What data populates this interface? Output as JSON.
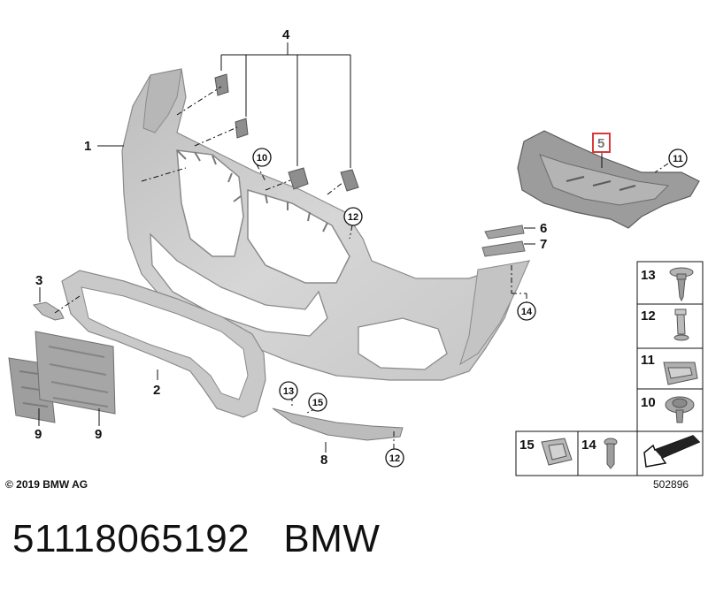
{
  "diagram": {
    "callouts": [
      "1",
      "2",
      "3",
      "4",
      "5",
      "6",
      "7",
      "8",
      "9",
      "9"
    ],
    "circled_refs": [
      "10",
      "11",
      "12",
      "13",
      "14",
      "15",
      "12"
    ],
    "legend": [
      "13",
      "12",
      "11",
      "10",
      "15",
      "14"
    ]
  },
  "footer": {
    "copyright": "© 2019 BMW AG",
    "reference": "502896",
    "part_number": "51118065192",
    "brand": "BMW"
  },
  "colors": {
    "part_fill": "#cfcfcf",
    "part_stroke": "#8a8a8a",
    "highlight": "#d83a3a",
    "line": "#111111"
  }
}
